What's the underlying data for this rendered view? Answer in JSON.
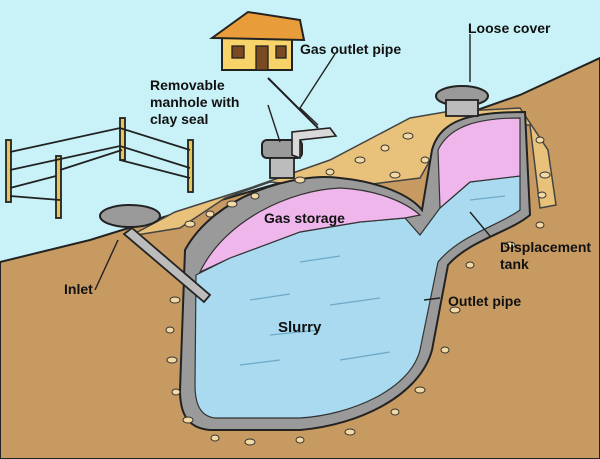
{
  "labels": {
    "gas_outlet_pipe": "Gas outlet pipe",
    "loose_cover": "Loose cover",
    "manhole_1": "Removable",
    "manhole_2": "manhole with",
    "manhole_3": "clay seal",
    "gas_storage": "Gas storage",
    "displacement_1": "Displacement",
    "displacement_2": "tank",
    "inlet": "Inlet",
    "slurry": "Slurry",
    "outlet_pipe": "Outlet pipe"
  },
  "colors": {
    "sky": "#c8f2f7",
    "ground": "#c79a62",
    "slurry": "#a9daef",
    "gas": "#efb6ec",
    "wall": "#9a9a9a",
    "gravel": "#e8c27a",
    "house_wall": "#f7d36a",
    "house_roof": "#e89c3a"
  }
}
